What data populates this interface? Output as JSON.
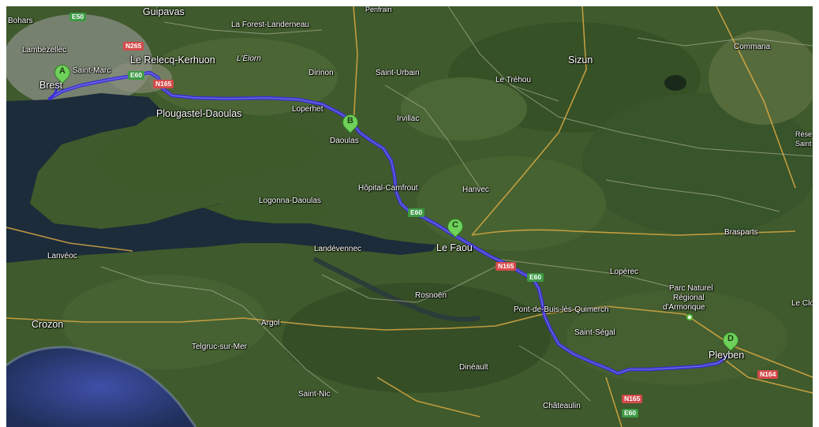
{
  "map": {
    "type": "satellite route map",
    "colors": {
      "land": "#3f5a2c",
      "water": "#1c2c3a",
      "route": "#4a3fe0",
      "road_major": "#e0b24a",
      "road_minor": "#c9c9b4",
      "marker": "#6fd05a"
    },
    "markers": [
      {
        "letter": "A"
      },
      {
        "letter": "B"
      },
      {
        "letter": "C"
      },
      {
        "letter": "D"
      }
    ],
    "places": {
      "bohars": "Bohars",
      "guipavas": "Guipavas",
      "penfrain": "Penfrain",
      "la_forest_landerneau": "La Forest-Landerneau",
      "lambezellec": "Lambézellec",
      "le_relecq_kerhuon": "Le Relecq-Kerhuon",
      "lelorn": "L'Élorn",
      "saint_marc": "Saint-Marc",
      "brest": "Brest",
      "dirinon": "Dirinon",
      "saint_urbain": "Saint-Urbain",
      "sizun": "Sizun",
      "le_trehou": "Le Tréhou",
      "commana": "Commana",
      "plougastel_daoulas": "Plougastel-Daoulas",
      "loperhet": "Loperhet",
      "irvillac": "Irvillac",
      "daoulas": "Daoulas",
      "hopital_camfrout": "Hôpital-Camfrout",
      "hanvec": "Hanvec",
      "logonna_daoulas": "Logonna-Daoulas",
      "brasparts": "Brasparts",
      "le_faou": "Le Faou",
      "lanveoc": "Lanvéoc",
      "landevennec": "Landévennec",
      "loperec": "Lopérec",
      "parc_naturel_1": "Parc Naturel",
      "parc_naturel_2": "Régional",
      "parc_naturel_3": "d'Armorique",
      "le_cloitre": "Le Clo",
      "rosnoen": "Rosnoën",
      "pont_de_buis": "Pont-de-Buis-lès-Quimerch",
      "crozon": "Crozon",
      "argol": "Argol",
      "saint_segal": "Saint-Ségal",
      "telgruc": "Telgruc-sur-Mer",
      "pleyben": "Pleyben",
      "dineault": "Dinéault",
      "saint_nic": "Saint-Nic",
      "chateaulin": "Châteaulin",
      "rese": "Rése",
      "saint_edge": "Saint"
    },
    "roads": {
      "e50_top": "E50",
      "n265": "N265",
      "n165_a": "N165",
      "e60_a": "E60",
      "e60_b": "E60",
      "n165_b": "N165",
      "e60_c": "E60",
      "n164": "N164",
      "n165_c": "N165",
      "e60_d": "E60"
    }
  }
}
